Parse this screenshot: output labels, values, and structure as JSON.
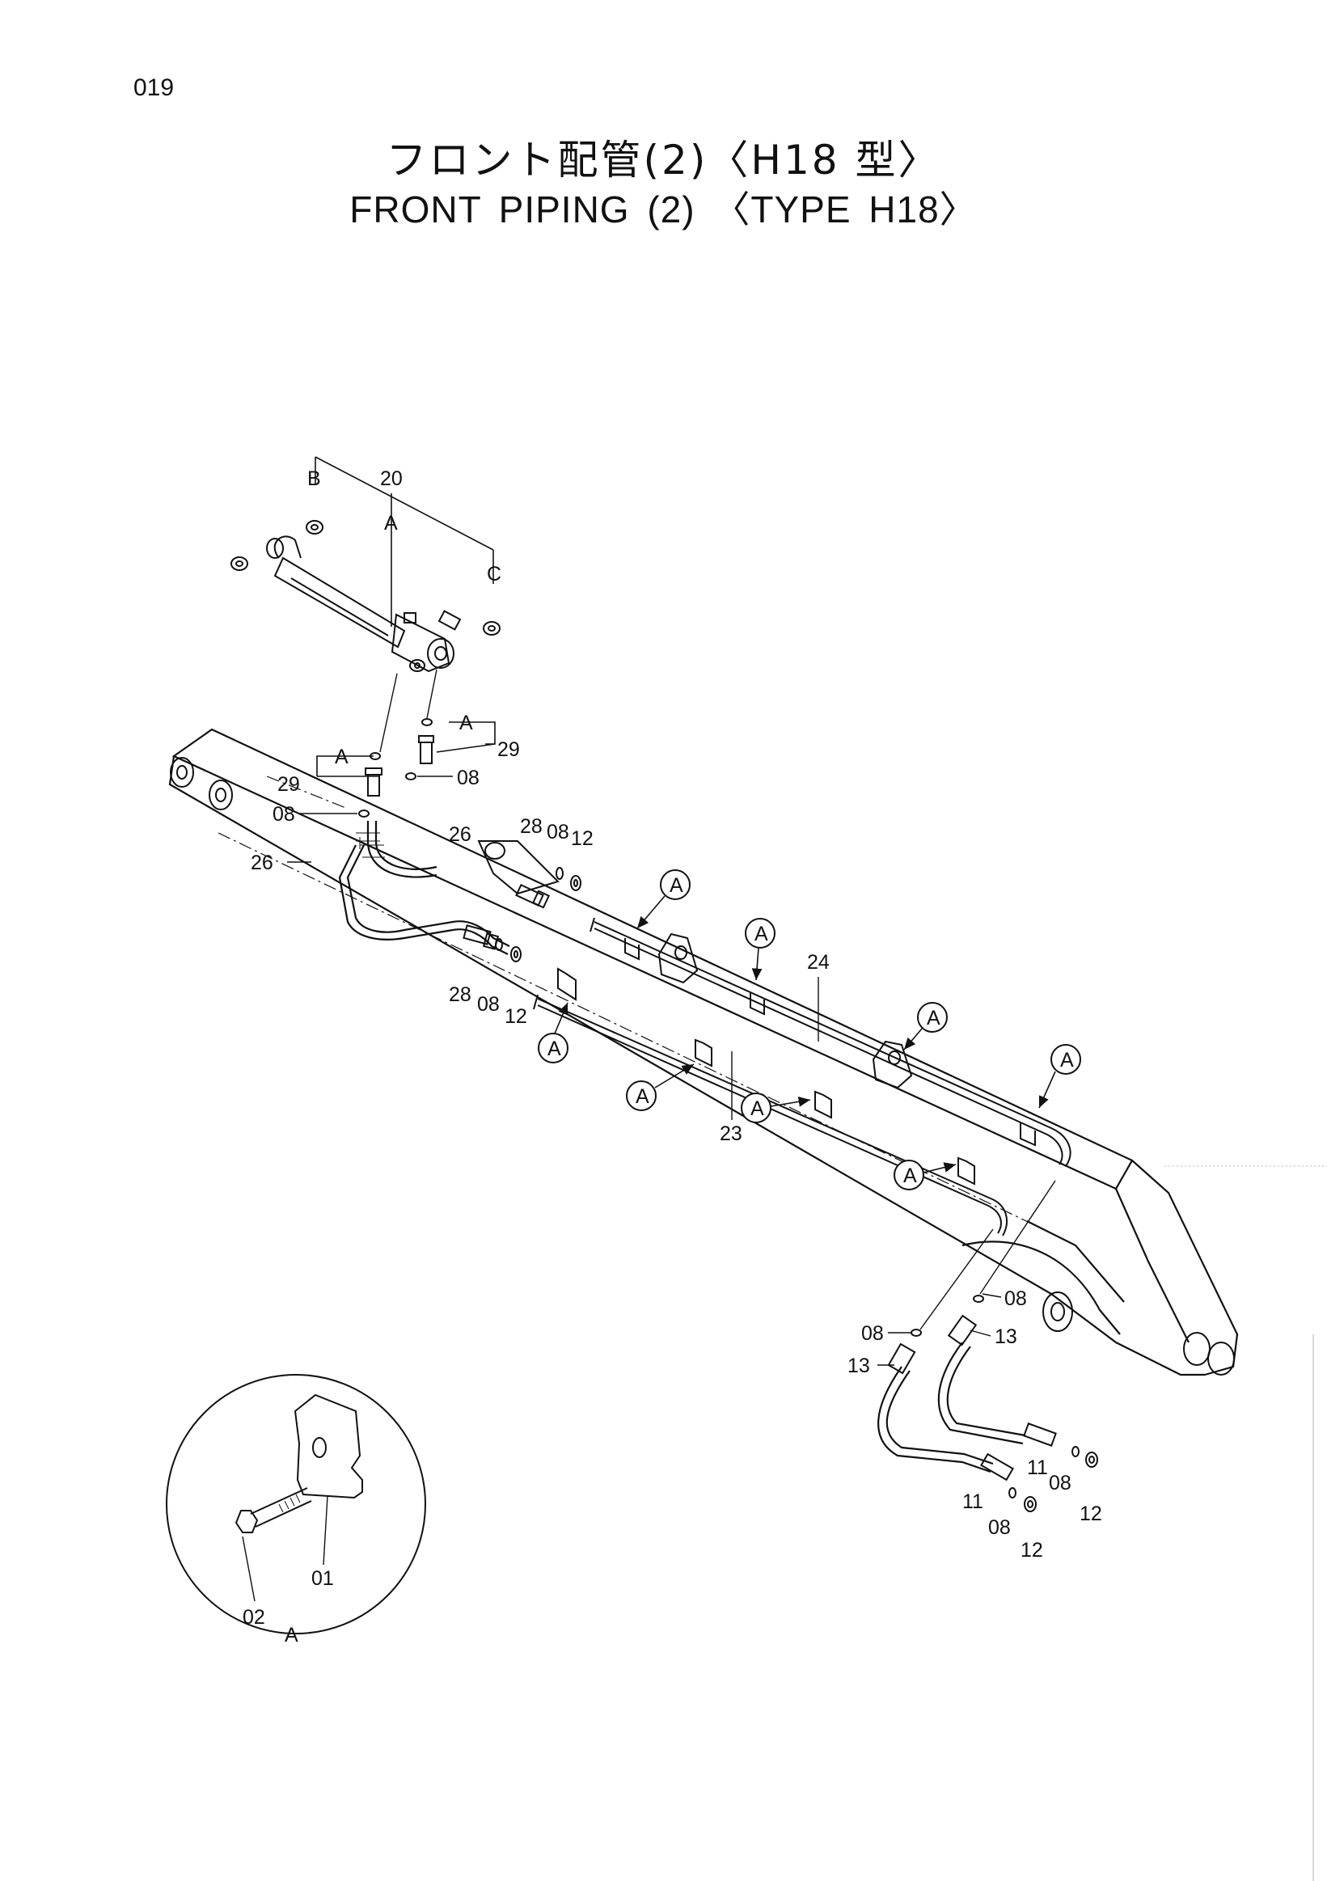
{
  "page_number": "019",
  "title_jp": "フロント配管(2)〈H18 型〉",
  "title_en": "FRONT    PIPING (2) 〈TYPE  H18〉",
  "callouts": {
    "c20": "20",
    "cB": "B",
    "cC": "C",
    "cA_cyl": "A",
    "cA_upper": "A",
    "c29_upper": "29",
    "c08_upper": "08",
    "cA_left": "A",
    "c29_left": "29",
    "c08_left": "08",
    "c26_mid": "26",
    "c26_left": "26",
    "c28_up": "28",
    "c08_up": "08",
    "c12_up": "12",
    "c28_low": "28",
    "c08_low": "08",
    "c12_low": "12",
    "c24": "24",
    "c23": "23",
    "c08_r1": "08",
    "c08_r2": "08",
    "c13_r": "13",
    "c13_l": "13",
    "c11_r": "11",
    "c08_r3": "08",
    "c12_r3": "12",
    "c11_l": "11",
    "c08_l3": "08",
    "c12_l3": "12",
    "c01": "01",
    "c02": "02",
    "cA_detail": "A"
  },
  "detail_marker": "A"
}
